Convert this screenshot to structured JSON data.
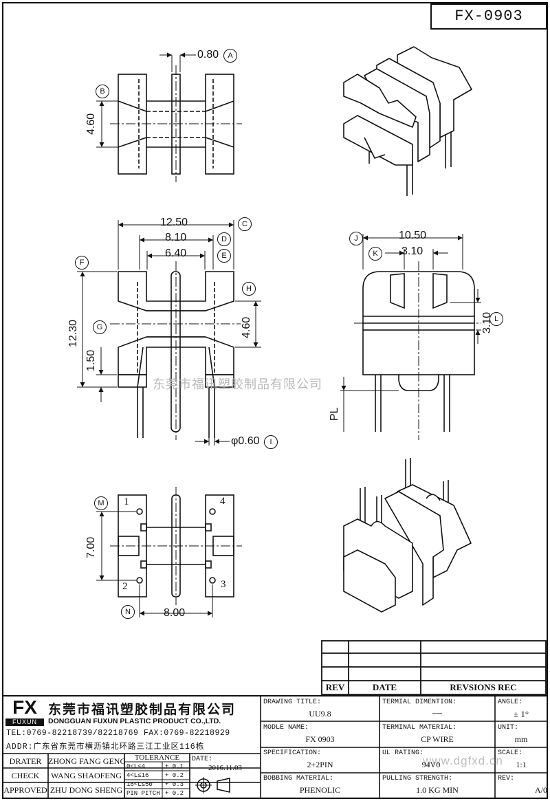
{
  "drawing_number": "FX-0903",
  "dimensions": {
    "A": {
      "value": "0.80",
      "tag": "A"
    },
    "B": {
      "value": "4.60",
      "tag": "B"
    },
    "C": {
      "value": "12.50",
      "tag": "C"
    },
    "D": {
      "value": "8.10",
      "tag": "D"
    },
    "E": {
      "value": "6.40",
      "tag": "E"
    },
    "F": {
      "value": "12.30",
      "tag": "F"
    },
    "G": {
      "value": "1.50",
      "tag": "G"
    },
    "H": {
      "value": "4.60",
      "tag": "H"
    },
    "I": {
      "value": "φ0.60",
      "tag": "I"
    },
    "J": {
      "value": "10.50",
      "tag": "J"
    },
    "K": {
      "value": "3.10",
      "tag": "K"
    },
    "L": {
      "value": "3.10",
      "tag": "L"
    },
    "PL": {
      "value": "PL"
    },
    "M": {
      "value": "7.00",
      "tag": "M"
    },
    "N": {
      "value": "8.00",
      "tag": "N"
    }
  },
  "pins": [
    "1",
    "2",
    "3",
    "4"
  ],
  "watermark": {
    "company": "东莞市福讯塑胶制品有限公司",
    "url": "www.dgfxd.cn"
  },
  "revision_table": {
    "headers": [
      "REV",
      "DATE",
      "REVSIONS REC"
    ]
  },
  "company": {
    "logo": "FX",
    "logo_sub": "FUXUN",
    "name_cn": "东莞市福讯塑胶制品有限公司",
    "name_en": "DONGGUAN FUXUN PLASTIC PRODUCT CO.,LTD.",
    "contact": "TEL:0769-82218739/82218769 FAX:0769-82218929",
    "address": "ADDR:广东省东莞市横沥镇北环路三江工业区116栋"
  },
  "signoff": [
    {
      "role": "DRATER",
      "name": "ZHONG FANG GENG"
    },
    {
      "role": "CHECK",
      "name": "WANG SHAOFENG"
    },
    {
      "role": "APPROVED",
      "name": "ZHU DONG SHENG"
    }
  ],
  "tolerance": {
    "title": "TOLERANCE",
    "rows": [
      {
        "range": "0<L≤4",
        "value": "+ 0.1"
      },
      {
        "range": "4<L≤16",
        "value": "+ 0.2"
      },
      {
        "range": "16<L≤50",
        "value": "+ 0.3"
      },
      {
        "range": "PIN PITCH",
        "value": "+ 0.2"
      }
    ]
  },
  "date": {
    "label": "DATE:",
    "value": "2016.11.03"
  },
  "fields": {
    "drawing_title": {
      "label": "DRAWING TITLE:",
      "value": "UU9.8"
    },
    "terminal_dimension": {
      "label": "TERMIAL DIMENTION:",
      "value": "—"
    },
    "angle": {
      "label": "ANGLE:",
      "value": "± 1°"
    },
    "model_name": {
      "label": "MODLE NAME:",
      "value": "FX 0903"
    },
    "terminal_material": {
      "label": "TERMINAL MATERIAL:",
      "value": "CP WIRE"
    },
    "unit": {
      "label": "UNIT:",
      "value": "mm"
    },
    "specification": {
      "label": "SPECIFICATION:",
      "value": "2+2PIN"
    },
    "ul_rating": {
      "label": "UL RATING:",
      "value": "94V0"
    },
    "scale": {
      "label": "SCALE:",
      "value": "1:1"
    },
    "bobbin_material": {
      "label": "BOBBING MATERIAL:",
      "value": "PHENOLIC"
    },
    "pulling_strength": {
      "label": "PULLING STRENGTH:",
      "value": "1.0 KG MIN"
    },
    "rev": {
      "label": "REV:",
      "value": "A/0"
    }
  }
}
